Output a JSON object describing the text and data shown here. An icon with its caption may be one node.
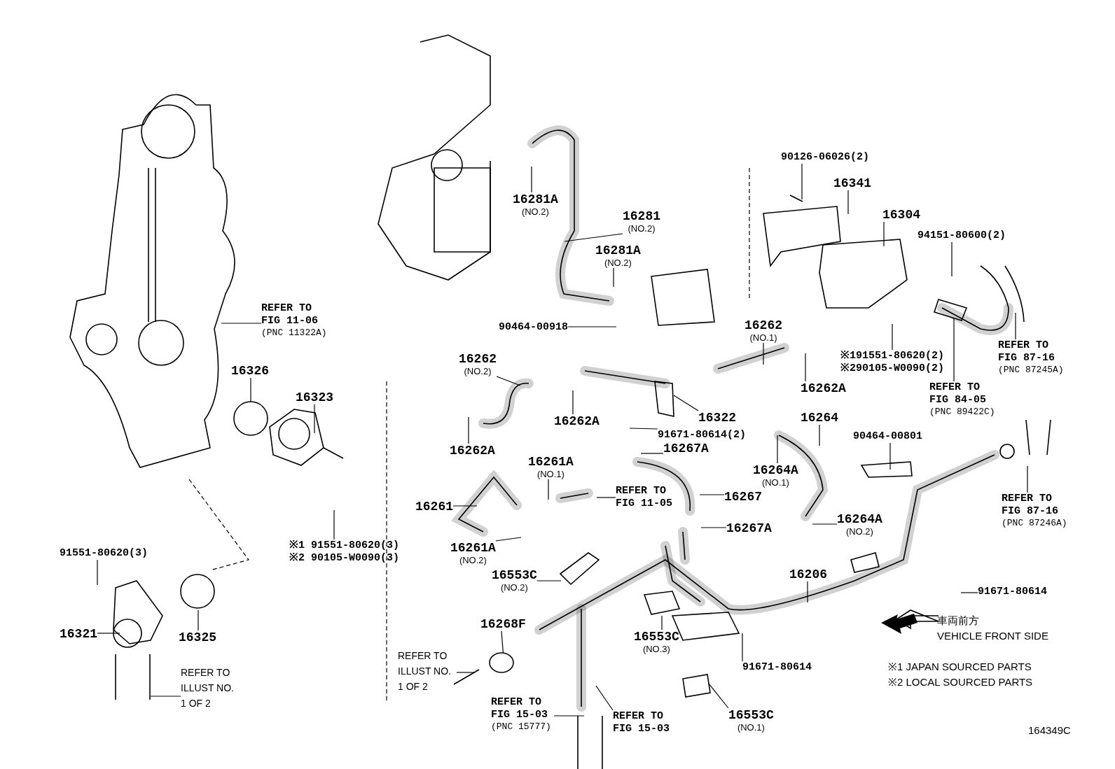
{
  "diagram": {
    "nodes": [
      {
        "text": [
          "REFER TO FIG 11-06",
          "(PNC 11322A)"
        ]
      },
      {
        "text": [
          "16326"
        ]
      },
      {
        "text": [
          "16323"
        ]
      },
      {
        "text": [
          "※1 91551-80620(3)",
          "※2 90105-W0090(3)"
        ]
      },
      {
        "text": [
          "91551-80620(3)"
        ]
      },
      {
        "text": [
          "16321"
        ]
      },
      {
        "text": [
          "16325"
        ]
      },
      {
        "text": [
          "REFER TO ILLUST NO. 1 OF 2"
        ]
      },
      {
        "text": [
          "16281A",
          "(NO.2)"
        ]
      },
      {
        "text": [
          "16281",
          "(NO.2)"
        ]
      },
      {
        "text": [
          "16281A",
          "(NO.2)"
        ]
      },
      {
        "text": [
          "90464-00918"
        ]
      },
      {
        "text": [
          "16262",
          "(NO.2)"
        ]
      },
      {
        "text": [
          "16262A"
        ]
      },
      {
        "text": [
          "16262A"
        ]
      },
      {
        "text": [
          "16322"
        ]
      },
      {
        "text": [
          "91671-80614(2)"
        ]
      },
      {
        "text": [
          "16267A"
        ]
      },
      {
        "text": [
          "90126-06026(2)"
        ]
      },
      {
        "text": [
          "16341"
        ]
      },
      {
        "text": [
          "16304"
        ]
      },
      {
        "text": [
          "94151-80600(2)"
        ]
      },
      {
        "text": [
          "16262",
          "(NO.1)"
        ]
      },
      {
        "text": [
          "16262A"
        ]
      },
      {
        "text": [
          "※191551-80620(2)",
          "※290105-W0090(2)"
        ]
      },
      {
        "text": [
          "REFER TO FIG 84-05",
          "(PNC 89422C)"
        ]
      },
      {
        "text": [
          "REFER TO FIG 87-16",
          "(PNC 87245A)"
        ]
      },
      {
        "text": [
          "16264"
        ]
      },
      {
        "text": [
          "90464-00801"
        ]
      },
      {
        "text": [
          "16264A",
          "(NO.1)"
        ]
      },
      {
        "text": [
          "16264A",
          "(NO.2)"
        ]
      },
      {
        "text": [
          "REFER TO FIG 87-16",
          "(PNC 87246A)"
        ]
      },
      {
        "text": [
          "16206"
        ]
      },
      {
        "text": [
          "91671-80614"
        ]
      },
      {
        "text": [
          "16261A",
          "(NO.1)"
        ]
      },
      {
        "text": [
          "REFER TO FIG 11-05"
        ]
      },
      {
        "text": [
          "16267"
        ]
      },
      {
        "text": [
          "16261"
        ]
      },
      {
        "text": [
          "16267A"
        ]
      },
      {
        "text": [
          "16261A",
          "(NO.2)"
        ]
      },
      {
        "text": [
          "16553C",
          "(NO.2)"
        ]
      },
      {
        "text": [
          "16268F"
        ]
      },
      {
        "text": [
          "REFER TO ILLUST NO. 1 OF 2"
        ]
      },
      {
        "text": [
          "16553C",
          "(NO.3)"
        ]
      },
      {
        "text": [
          "REFER TO FIG 15-03",
          "(PNC 15777)"
        ]
      },
      {
        "text": [
          "REFER TO FIG 15-03"
        ]
      },
      {
        "text": [
          "91671-80614"
        ]
      },
      {
        "text": [
          "16553C",
          "(NO.1)"
        ]
      },
      {
        "text": [],
        "shape": "circle"
      }
    ],
    "edges": [
      {
        "from": 0,
        "to": null,
        "arrow": "none"
      },
      {
        "from": 1,
        "to": null,
        "arrow": "none"
      },
      {
        "from": 2,
        "to": null,
        "arrow": "none"
      },
      {
        "from": 3,
        "to": null,
        "arrow": "none"
      },
      {
        "from": 4,
        "to": null,
        "arrow": "none"
      },
      {
        "from": 5,
        "to": null,
        "arrow": "none"
      },
      {
        "from": 6,
        "to": null,
        "arrow": "none"
      },
      {
        "from": 7,
        "to": null,
        "arrow": "none"
      },
      {
        "from": 8,
        "to": null,
        "arrow": "none"
      },
      {
        "from": 9,
        "to": null,
        "arrow": "none"
      },
      {
        "from": 10,
        "to": null,
        "arrow": "none"
      },
      {
        "from": 11,
        "to": null,
        "arrow": "none"
      },
      {
        "from": 12,
        "to": null,
        "arrow": "none"
      },
      {
        "from": 13,
        "to": null,
        "arrow": "none"
      },
      {
        "from": 14,
        "to": null,
        "arrow": "none"
      },
      {
        "from": 15,
        "to": null,
        "arrow": "none"
      },
      {
        "from": 16,
        "to": null,
        "arrow": "none"
      },
      {
        "from": 17,
        "to": null,
        "arrow": "none"
      },
      {
        "from": 18,
        "to": null,
        "arrow": "none"
      },
      {
        "from": 19,
        "to": null,
        "arrow": "none"
      },
      {
        "from": 20,
        "to": null,
        "arrow": "none"
      },
      {
        "from": 21,
        "to": null,
        "arrow": "none"
      },
      {
        "from": 22,
        "to": null,
        "arrow": "none"
      },
      {
        "from": 23,
        "to": null,
        "arrow": "none"
      },
      {
        "from": 24,
        "to": null,
        "arrow": "none"
      },
      {
        "from": 25,
        "to": null,
        "arrow": "none"
      },
      {
        "from": 26,
        "to": null,
        "arrow": "none"
      },
      {
        "from": 27,
        "to": null,
        "arrow": "none"
      },
      {
        "from": 28,
        "to": null,
        "arrow": "none"
      },
      {
        "from": 29,
        "to": null,
        "arrow": "none"
      },
      {
        "from": 30,
        "to": null,
        "arrow": "none"
      },
      {
        "from": 31,
        "to": null,
        "arrow": "none"
      },
      {
        "from": 32,
        "to": null,
        "arrow": "none"
      },
      {
        "from": 33,
        "to": null,
        "arrow": "none"
      },
      {
        "from": 34,
        "to": null,
        "arrow": "none"
      },
      {
        "from": 35,
        "to": null,
        "arrow": "none"
      },
      {
        "from": 36,
        "to": null,
        "arrow": "none"
      },
      {
        "from": 37,
        "to": null,
        "arrow": "none"
      },
      {
        "from": 38,
        "to": null,
        "arrow": "none"
      },
      {
        "from": 39,
        "to": null,
        "arrow": "none"
      },
      {
        "from": 40,
        "to": null,
        "arrow": "none"
      },
      {
        "from": 41,
        "to": 48,
        "arrow": "none"
      },
      {
        "from": 42,
        "to": null,
        "arrow": "none"
      },
      {
        "from": 43,
        "to": null,
        "arrow": "none"
      },
      {
        "from": 44,
        "to": null,
        "arrow": "none"
      },
      {
        "from": 45,
        "to": null,
        "arrow": "none"
      },
      {
        "from": 46,
        "to": null,
        "arrow": "none"
      },
      {
        "from": 47,
        "to": null,
        "arrow": "none"
      }
    ],
    "labels": [
      "車両前方",
      "VEHICLE FRONT SIDE",
      "※1 JAPAN SOURCED PARTS",
      "※2 LOCAL SOURCED PARTS",
      "164349C"
    ]
  }
}
